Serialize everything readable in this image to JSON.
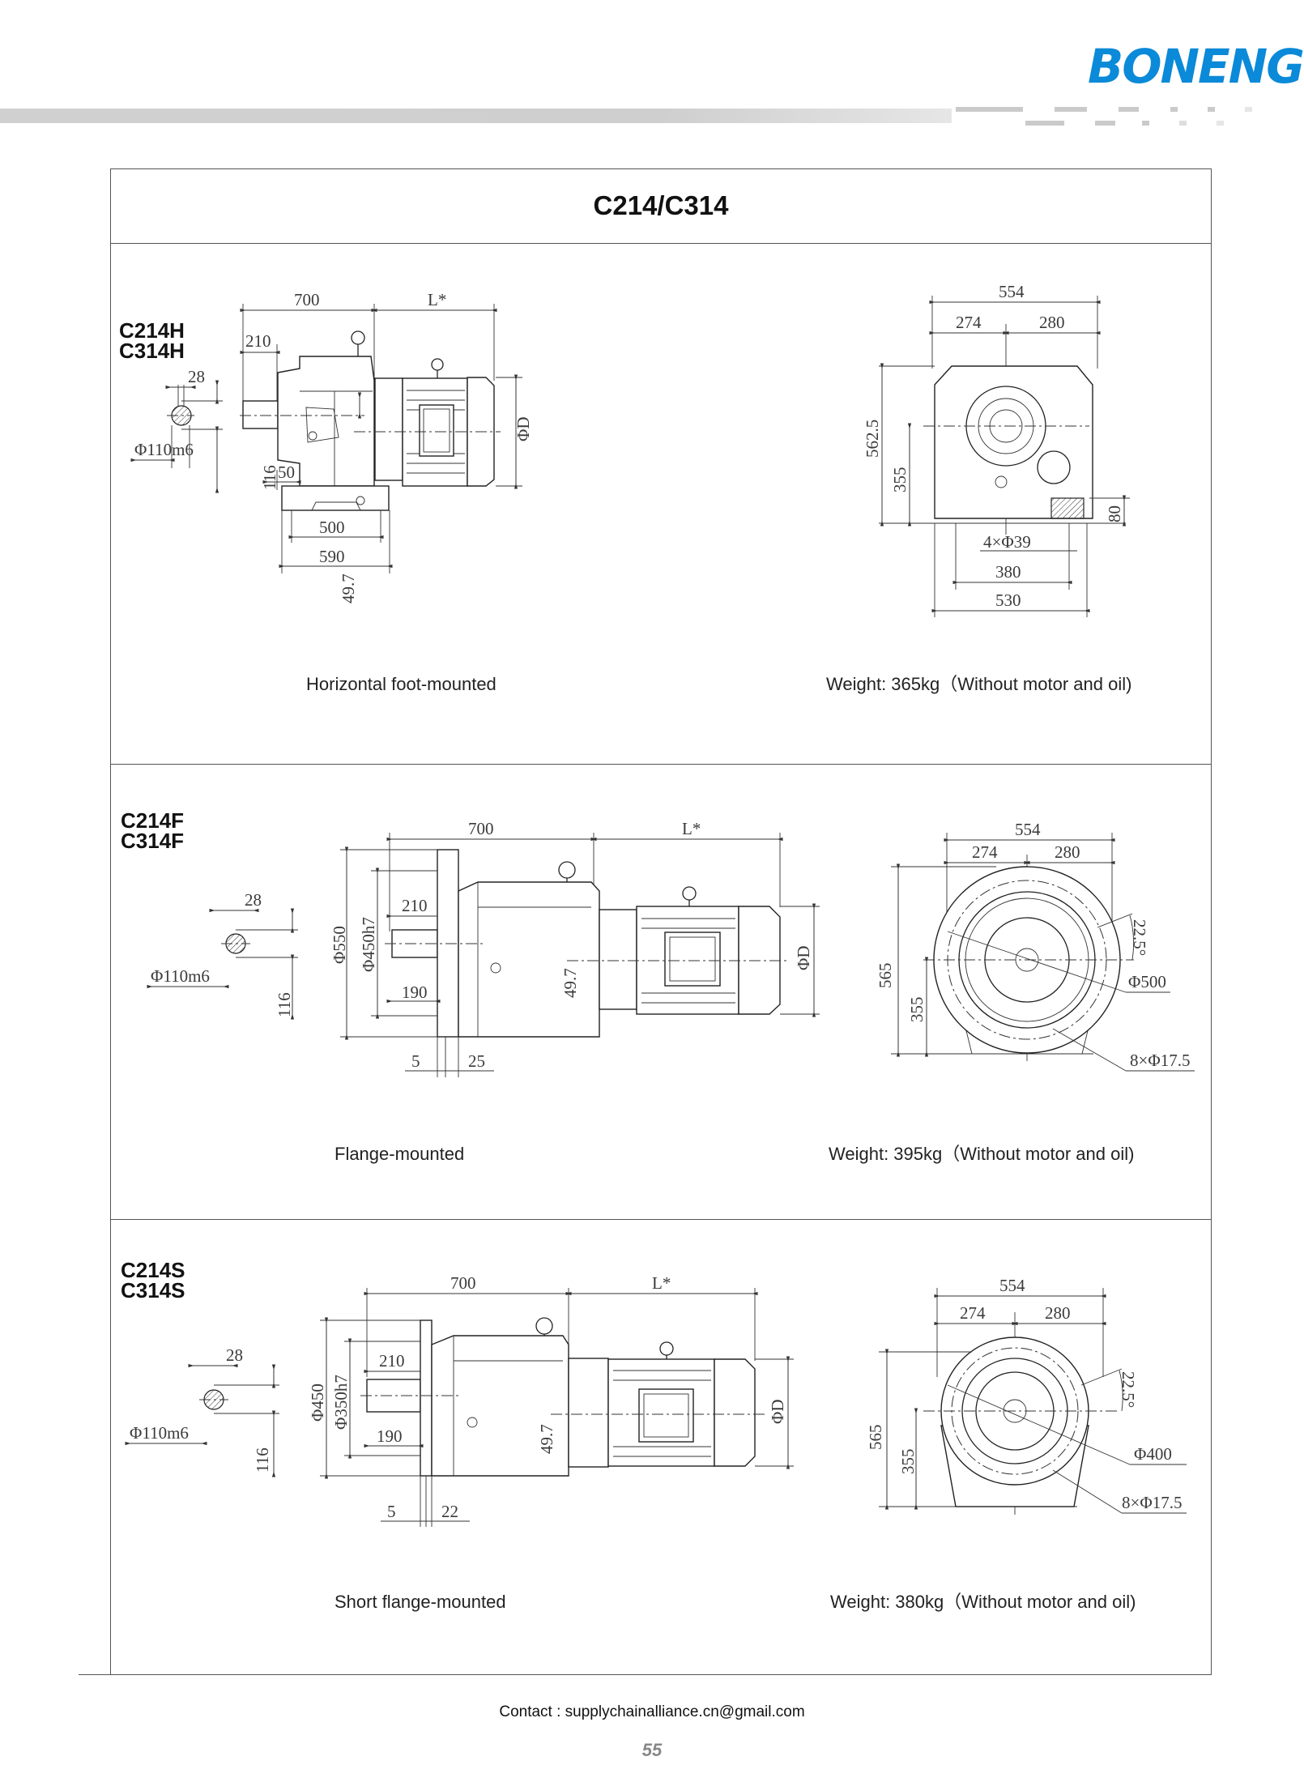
{
  "header": {
    "logo": "BONENG",
    "title": "C214/C314"
  },
  "sections": [
    {
      "models": [
        "C214H",
        "C314H"
      ],
      "caption": "Horizontal foot-mounted",
      "weight": "Weight: 365kg（Without motor and oil)",
      "side": {
        "len_gearbox": "700",
        "len_motor": "L*",
        "shaft_len": "210",
        "key_width": "28",
        "shaft_dia": "Φ110m6",
        "shaft_height": "116",
        "center_offset": "49.7",
        "foot_offset": "50",
        "foot_inner": "500",
        "foot_outer": "590",
        "motor_dia": "ΦD"
      },
      "end": {
        "width": "554",
        "width_left": "274",
        "width_right": "280",
        "height": "562.5",
        "center_height": "355",
        "foot_height": "80",
        "holes": "4×Φ39",
        "hole_spacing": "380",
        "base_width": "530"
      }
    },
    {
      "models": [
        "C214F",
        "C314F"
      ],
      "caption": "Flange-mounted",
      "weight": "Weight: 395kg（Without motor and oil)",
      "side": {
        "len_gearbox": "700",
        "len_motor": "L*",
        "shaft_len": "210",
        "key_width": "28",
        "shaft_dia": "Φ110m6",
        "shaft_height": "116",
        "center_offset": "49.7",
        "flange_dia": "Φ550",
        "spigot_dia": "Φ450h7",
        "spigot_len": "190",
        "flange_gap": "5",
        "flange_thk": "25",
        "motor_dia": "ΦD"
      },
      "end": {
        "width": "554",
        "width_left": "274",
        "width_right": "280",
        "height": "565",
        "center_height": "355",
        "angle": "22.5°",
        "pcd": "Φ500",
        "holes": "8×Φ17.5"
      }
    },
    {
      "models": [
        "C214S",
        "C314S"
      ],
      "caption": "Short flange-mounted",
      "weight": "Weight: 380kg（Without motor and oil)",
      "side": {
        "len_gearbox": "700",
        "len_motor": "L*",
        "shaft_len": "210",
        "key_width": "28",
        "shaft_dia": "Φ110m6",
        "shaft_height": "116",
        "center_offset": "49.7",
        "flange_dia": "Φ450",
        "spigot_dia": "Φ350h7",
        "spigot_len": "190",
        "flange_gap": "5",
        "flange_thk": "22",
        "motor_dia": "ΦD"
      },
      "end": {
        "width": "554",
        "width_left": "274",
        "width_right": "280",
        "height": "565",
        "center_height": "355",
        "angle": "22.5°",
        "pcd": "Φ400",
        "holes": "8×Φ17.5"
      }
    }
  ],
  "footer": {
    "contact": "Contact : supplychainalliance.cn@gmail.com",
    "page": "55"
  }
}
